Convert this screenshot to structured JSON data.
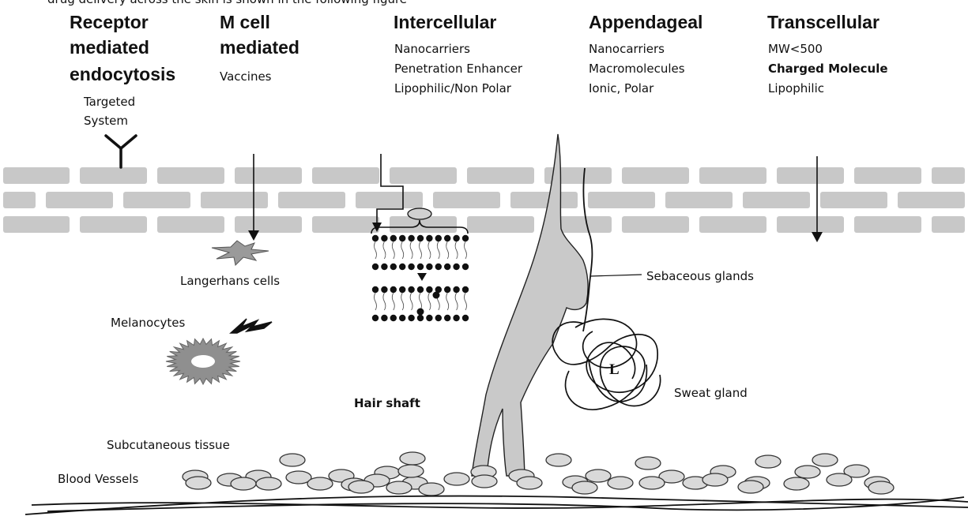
{
  "top_fragment": "drug delivery across the skin is shown in the following figure",
  "routes": [
    {
      "key": "receptor",
      "title_lines": [
        "Receptor",
        "mediated",
        "endocytosis"
      ],
      "items": [
        "Targeted",
        "System"
      ]
    },
    {
      "key": "mcell",
      "title_lines": [
        "M cell",
        "mediated"
      ],
      "items": [
        "Vaccines"
      ]
    },
    {
      "key": "intercellular",
      "title_lines": [
        "Intercellular"
      ],
      "items": [
        "Nanocarriers",
        "Penetration Enhancer",
        "Lipophilic/Non Polar"
      ]
    },
    {
      "key": "appendageal",
      "title_lines": [
        "Appendageal"
      ],
      "items": [
        "Nanocarriers",
        "Macromolecules",
        "Ionic, Polar"
      ]
    },
    {
      "key": "transcellular",
      "title_lines": [
        "Transcellular"
      ],
      "items": [
        "MW<500",
        "Charged Molecule",
        "Lipophilic"
      ]
    }
  ],
  "labels": {
    "langerhans": "Langerhans cells",
    "melanocytes": "Melanocytes",
    "sebaceous": "Sebaceous glands",
    "sweat": "Sweat gland",
    "hair": "Hair shaft",
    "subcutaneous": "Subcutaneous tissue",
    "blood": "Blood Vessels",
    "gland_mark": "L"
  },
  "colors": {
    "brick": "#c8c8c8",
    "tissue": "#c9c9c9",
    "ink": "#111111",
    "background": "#ffffff"
  }
}
